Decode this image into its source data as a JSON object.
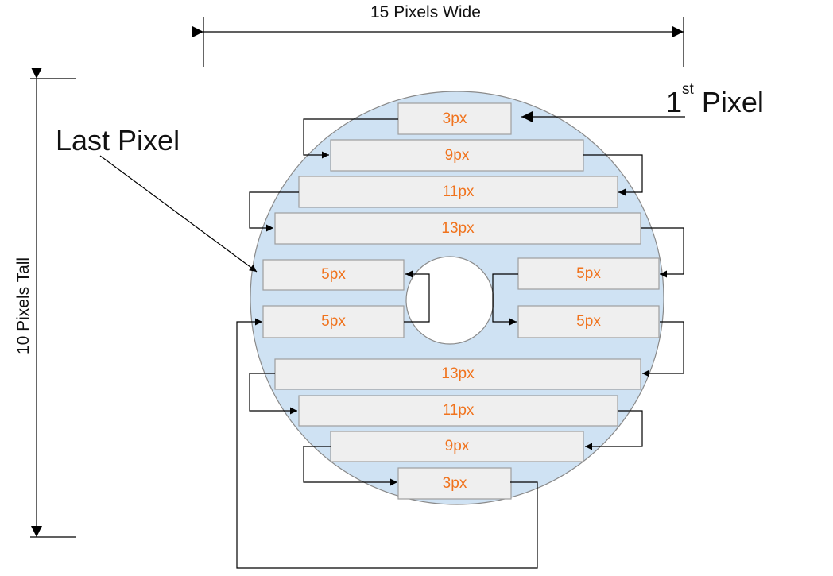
{
  "labels": {
    "width_label": "15 Pixels Wide",
    "height_label": "10 Pixels Tall",
    "first_pixel_base": "1",
    "first_pixel_sup": "st",
    "first_pixel_word": " Pixel",
    "last_pixel": "Last Pixel"
  },
  "rows": [
    {
      "label": "3px"
    },
    {
      "label": "9px"
    },
    {
      "label": "11px"
    },
    {
      "label": "13px"
    },
    {
      "label": "5px"
    },
    {
      "label": "5px"
    },
    {
      "label": "5px"
    },
    {
      "label": "5px"
    },
    {
      "label": "13px"
    },
    {
      "label": "11px"
    },
    {
      "label": "9px"
    },
    {
      "label": "3px"
    }
  ],
  "colors": {
    "disc_fill": "#cfe2f3",
    "bar_fill": "#efefef",
    "bar_stroke": "#9e9e9e",
    "label_color": "#f0731d",
    "line_color": "#000000"
  }
}
